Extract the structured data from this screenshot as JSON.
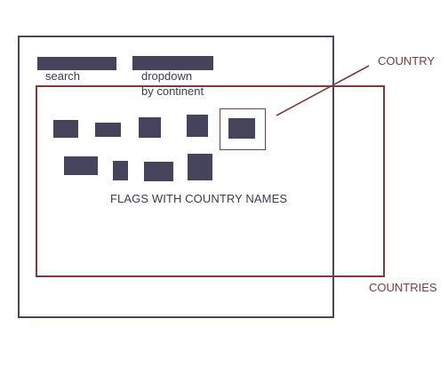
{
  "search": {
    "label": "search"
  },
  "dropdown": {
    "line1": "dropdown",
    "line2": "by continent"
  },
  "main": {
    "caption": "FLAGS WITH COUNTRY NAMES"
  },
  "annotations": {
    "country": "COUNTRY",
    "countries": "COUNTRIES",
    "annotation_color": "#7a3b3b",
    "wireframe_color": "#46435c"
  }
}
